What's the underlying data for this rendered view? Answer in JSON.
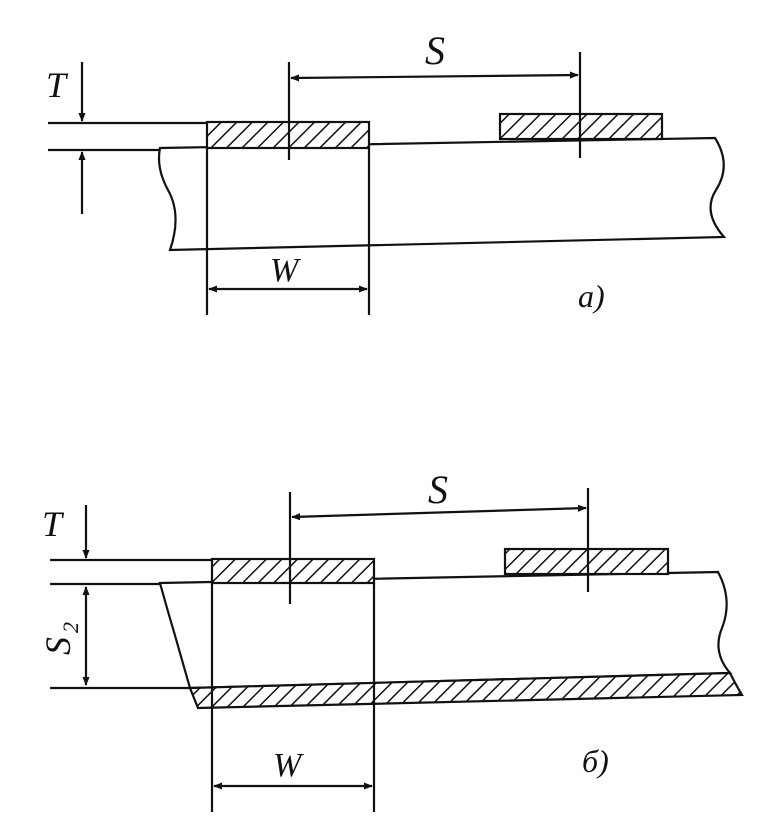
{
  "figure_a": {
    "label_S": "S",
    "label_T": "T",
    "label_W": "W",
    "caption": "а)"
  },
  "figure_b": {
    "label_S": "S",
    "label_T": "T",
    "label_S2_main": "S",
    "label_S2_sub": "2",
    "label_W": "W",
    "caption": "б)"
  },
  "colors": {
    "ink": "#111111",
    "paper": "#ffffff"
  }
}
